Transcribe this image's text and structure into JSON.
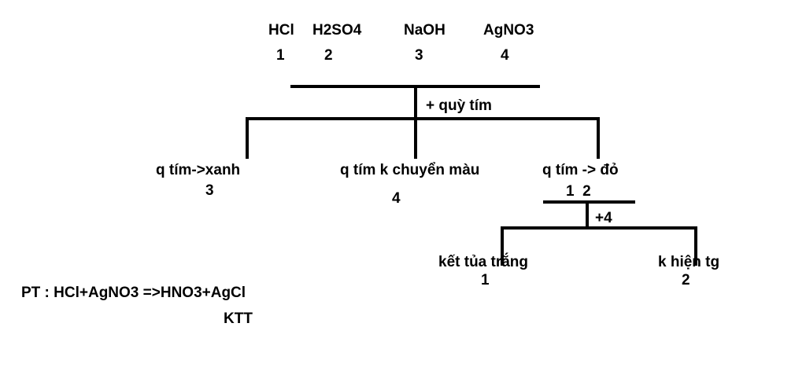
{
  "reagents": [
    {
      "name": "HCl",
      "number": "1"
    },
    {
      "name": "H2SO4",
      "number": "2"
    },
    {
      "name": "NaOH",
      "number": "3"
    },
    {
      "name": "AgNO3",
      "number": "4"
    }
  ],
  "step1": {
    "reagent_label": "+ quỳ tím",
    "results": [
      {
        "label": "q tím->xanh",
        "ids": "3"
      },
      {
        "label": "q tím k chuyển màu",
        "ids": "4"
      },
      {
        "label": "q tím -> đỏ",
        "ids": "1  2"
      }
    ]
  },
  "step2": {
    "reagent_label": "+4",
    "results": [
      {
        "label": "kết tủa trắng",
        "ids": "1"
      },
      {
        "label": "k hiện tg",
        "ids": "2"
      }
    ]
  },
  "equation": {
    "text": "PT : HCl+AgNO3 =>HNO3+AgCl",
    "note": "KTT"
  },
  "colors": {
    "ink": "#000000",
    "background": "#ffffff"
  }
}
